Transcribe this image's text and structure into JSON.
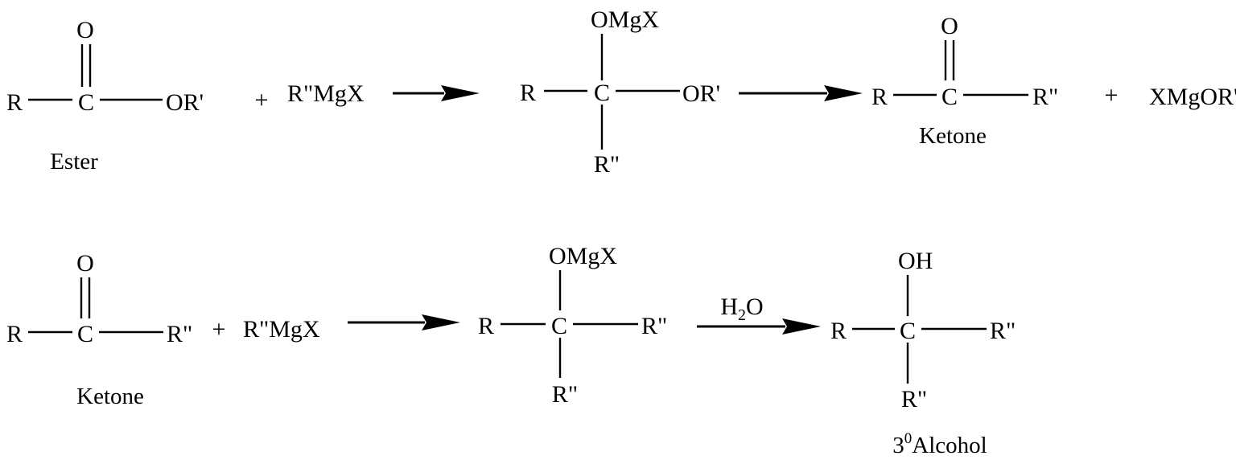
{
  "scheme": {
    "row1": {
      "ester": {
        "left_group": "R",
        "carbon": "C",
        "oxygen": "O",
        "right_group": "OR'",
        "name": "Ester"
      },
      "plus_1": "+",
      "reagent": "R\"MgX",
      "intermediate": {
        "top_group": "OMgX",
        "left_group": "R",
        "carbon": "C",
        "right_group": "OR'",
        "bottom_group": "R\""
      },
      "ketone": {
        "left_group": "R",
        "carbon": "C",
        "oxygen": "O",
        "right_group": "R\"",
        "name": "Ketone"
      },
      "plus_2": "+",
      "byproduct": "XMgOR'"
    },
    "row2": {
      "ketone": {
        "left_group": "R",
        "carbon": "C",
        "oxygen": "O",
        "right_group": "R\"",
        "name": "Ketone"
      },
      "plus": "+",
      "reagent": "R\"MgX",
      "intermediate": {
        "top_group": "OMgX",
        "left_group": "R",
        "carbon": "C",
        "right_group": "R\"",
        "bottom_group": "R\""
      },
      "condition": {
        "prefix": "H",
        "subscript": "2",
        "suffix": "O"
      },
      "alcohol": {
        "top_group": "OH",
        "left_group": "R",
        "carbon": "C",
        "right_group": "R\"",
        "bottom_group": "R\"",
        "name_degree": "3",
        "name_superscript": "0",
        "name_text": "Alcohol"
      }
    }
  }
}
